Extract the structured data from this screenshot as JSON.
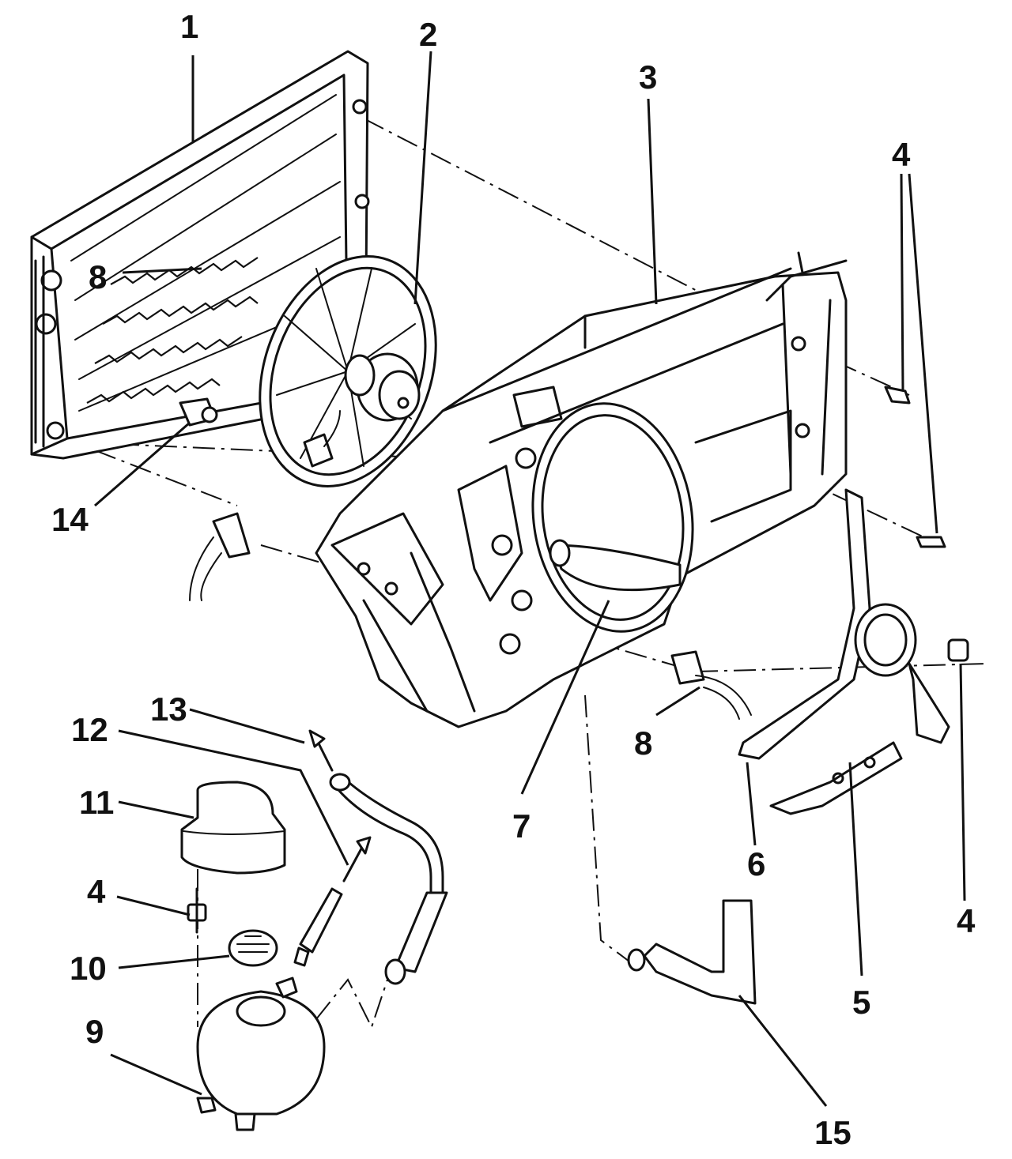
{
  "callouts": [
    {
      "id": "c1",
      "text": "1"
    },
    {
      "id": "c2",
      "text": "2"
    },
    {
      "id": "c3",
      "text": "3"
    },
    {
      "id": "c4a",
      "text": "4"
    },
    {
      "id": "c4b",
      "text": "4"
    },
    {
      "id": "c4c",
      "text": "4"
    },
    {
      "id": "c5",
      "text": "5"
    },
    {
      "id": "c6",
      "text": "6"
    },
    {
      "id": "c7",
      "text": "7"
    },
    {
      "id": "c8a",
      "text": "8"
    },
    {
      "id": "c8b",
      "text": "8"
    },
    {
      "id": "c9",
      "text": "9"
    },
    {
      "id": "c10",
      "text": "10"
    },
    {
      "id": "c11",
      "text": "11"
    },
    {
      "id": "c12",
      "text": "12"
    },
    {
      "id": "c13",
      "text": "13"
    },
    {
      "id": "c14",
      "text": "14"
    },
    {
      "id": "c15",
      "text": "15"
    }
  ]
}
